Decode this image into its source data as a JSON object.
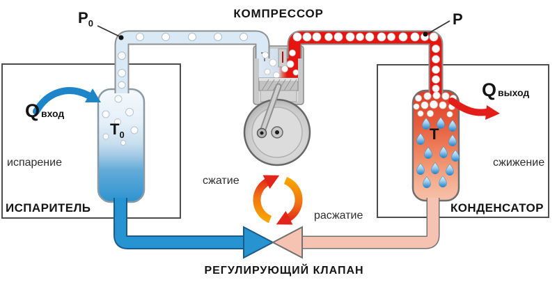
{
  "diagram": {
    "title": "КОМПРЕССОР",
    "pressure_low": {
      "base": "P",
      "sub": "0"
    },
    "pressure_high": "P",
    "heat_in": {
      "base": "Q",
      "sub": "вход"
    },
    "heat_out": {
      "base": "Q",
      "sub": "выход"
    },
    "temp_low": {
      "base": "T",
      "sub": "0"
    },
    "temp_high": "T",
    "evaporation": "испарение",
    "evaporator": "ИСПАРИТЕЛЬ",
    "liquefaction": "сжижение",
    "condenser": "КОНДЕНСАТОР",
    "compression": "сжатие",
    "expansion": "расжатие",
    "valve": "РЕГУЛИРУЮЩИЙ КЛАПАН"
  },
  "colors": {
    "low_pressure_fill": "#d9e9f5",
    "high_pressure_fill": "#e6150f",
    "evaporator_liquid": "#2d93cf",
    "condenser_top": "#e03c22",
    "condenser_bottom": "#f7c0aa",
    "heat_in_arrow": "#1e86c8",
    "heat_out_arrow": "#e31e18",
    "cycle_orange": "#f7a600",
    "cycle_red": "#e2251a",
    "liquid_line_blue": "#2794d2",
    "liquid_line_pink": "#f6c3b2"
  }
}
